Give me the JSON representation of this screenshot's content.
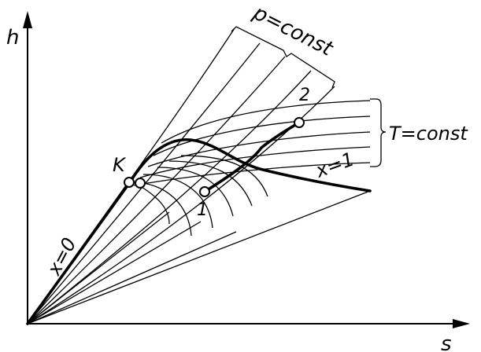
{
  "axes": {
    "y_label": "h",
    "x_label": "s"
  },
  "labels": {
    "isobar": "p=const",
    "isotherm": "T=const",
    "critical_point": "K",
    "liquid_line": "x=0",
    "vapor_line": "x=1",
    "point_1": "1",
    "point_2": "2"
  }
}
